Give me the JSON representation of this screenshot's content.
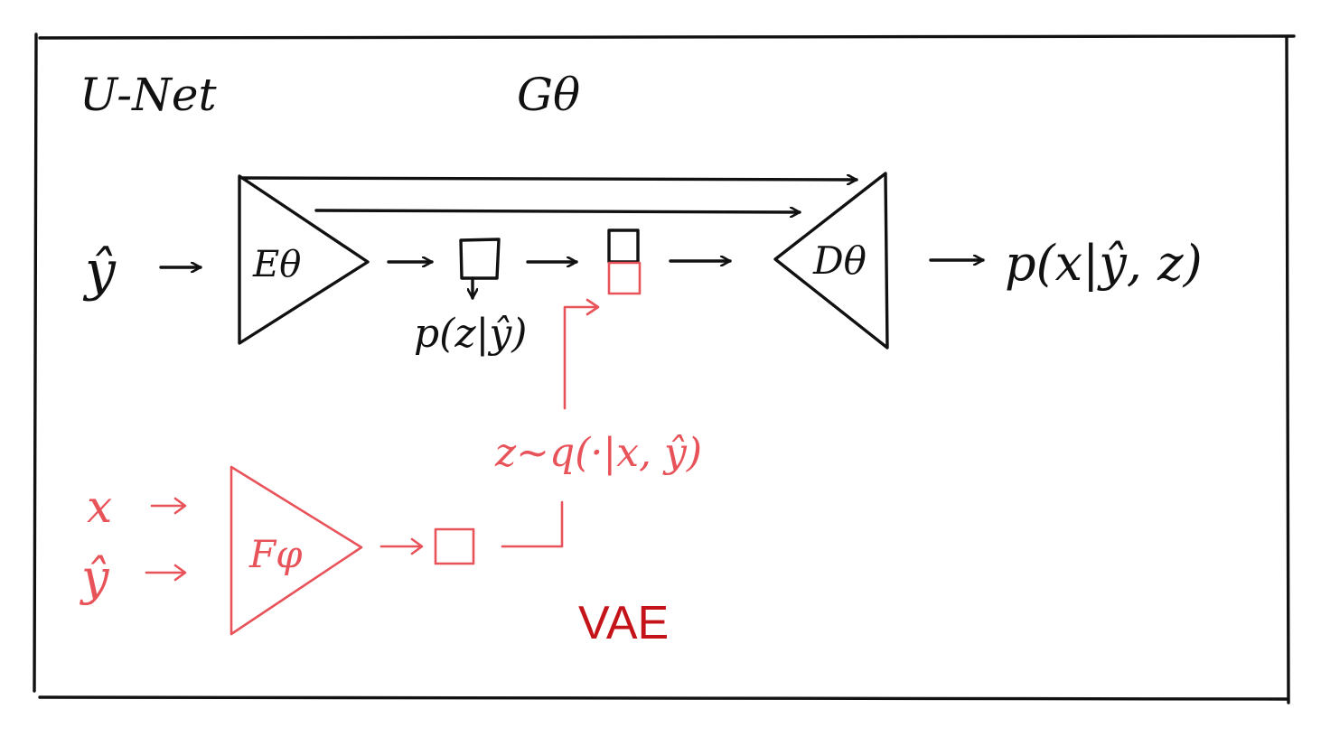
{
  "labels": {
    "unet": "U-Net",
    "generator": "Gθ",
    "input_y": "ŷ",
    "encoder": "Eθ",
    "prior": "p(z|ŷ)",
    "decoder": "Dθ",
    "output": "p(x|ŷ, z)",
    "input_x": "x",
    "input_y_vae": "ŷ",
    "vae_encoder": "Fφ",
    "posterior_sample": "z~q(·|x, ŷ)",
    "vae": "VAE"
  },
  "colors": {
    "ink": "#111111",
    "vae_ink": "#e8535a",
    "vae_title": "#c4141a"
  }
}
